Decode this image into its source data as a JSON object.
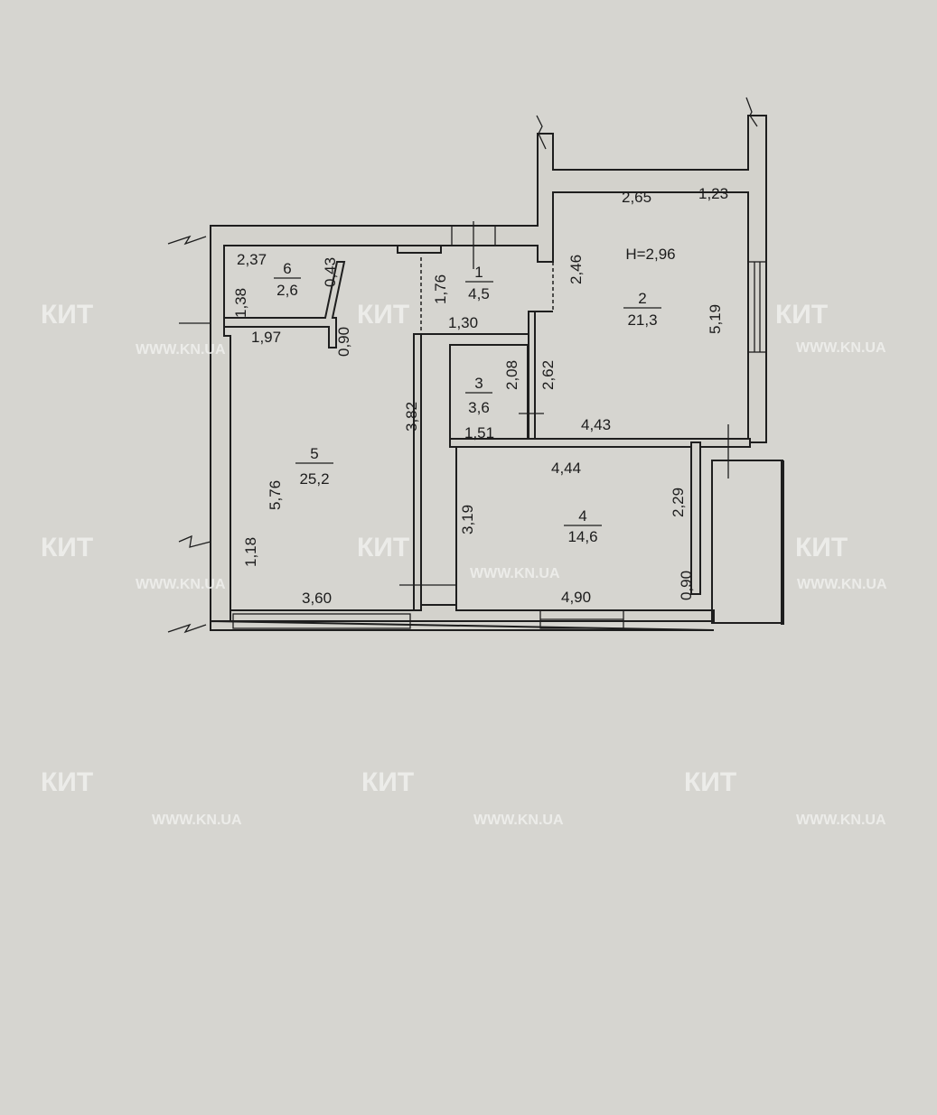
{
  "plan": {
    "ceiling_height": "H=2,96",
    "rooms": [
      {
        "number": "1",
        "area": "4,5"
      },
      {
        "number": "2",
        "area": "21,3"
      },
      {
        "number": "3",
        "area": "3,6"
      },
      {
        "number": "4",
        "area": "14,6"
      },
      {
        "number": "5",
        "area": "25,2"
      },
      {
        "number": "6",
        "area": "2,6"
      }
    ],
    "dimensions": {
      "r6_top": "2,37",
      "r6_left": "1,38",
      "r6_door": "0,43",
      "r6_wall": "0,90",
      "r5_top": "1,97",
      "r5_left": "5,76",
      "r5_pier": "1,18",
      "r5_bottom": "3,60",
      "r5_right": "3,82",
      "r1_left": "1,76",
      "r1_bottom": "1,30",
      "r2_top_a": "2,65",
      "r2_top_b": "1,23",
      "r2_left": "2,46",
      "r2_right": "5,19",
      "r2_left_low": "2,62",
      "r2_bottom": "4,43",
      "r3_right": "2,08",
      "r3_bottom": "1,51",
      "r4_top": "4,44",
      "r4_left": "3,19",
      "r4_right": "2,29",
      "r4_pier": "0,90",
      "r4_bottom": "4,90"
    }
  },
  "watermark": {
    "brand": "КИТ",
    "url": "WWW.KN.UA"
  }
}
